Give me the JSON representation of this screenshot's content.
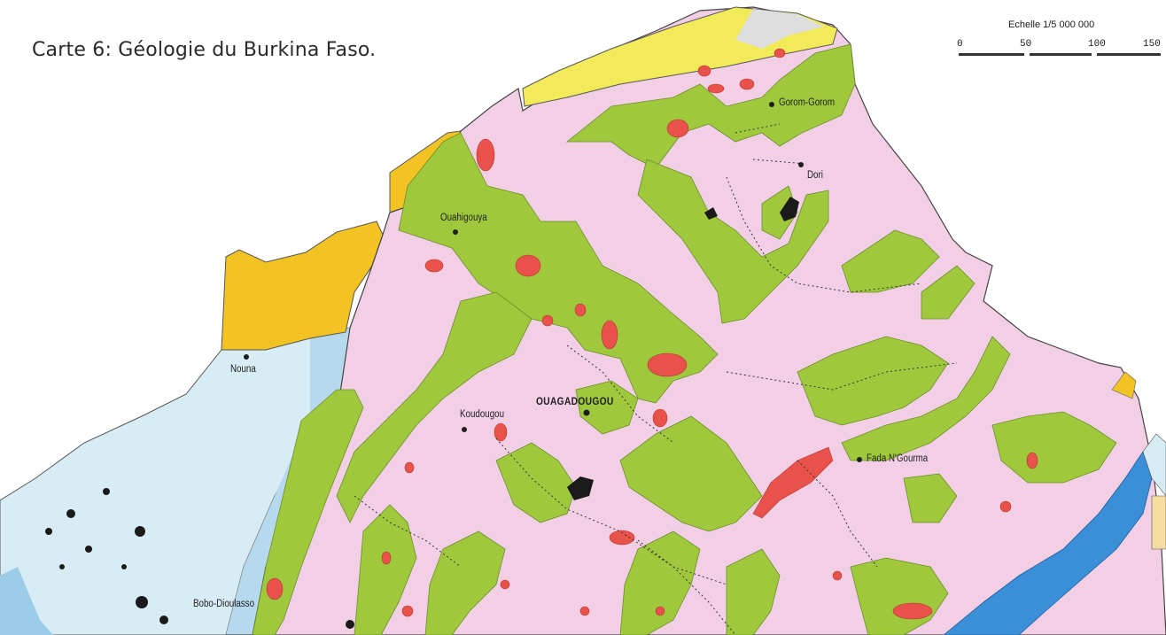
{
  "title": "Carte 6: Géologie du Burkina Faso.",
  "scale": {
    "label": "Echelle 1/5 000 000",
    "ticks": [
      "0",
      "50",
      "100",
      "150"
    ]
  },
  "cities": [
    {
      "id": "gorom-gorom",
      "name": "Gorom-Gorom",
      "capital": false
    },
    {
      "id": "dori",
      "name": "Dori",
      "capital": false
    },
    {
      "id": "ouahigouya",
      "name": "Ouahigouya",
      "capital": false
    },
    {
      "id": "nouna",
      "name": "Nouna",
      "capital": false
    },
    {
      "id": "ouagadougou",
      "name": "OUAGADOUGOU",
      "capital": true
    },
    {
      "id": "koudougou",
      "name": "Koudougou",
      "capital": false
    },
    {
      "id": "fada",
      "name": "Fada N'Gourma",
      "capital": false
    },
    {
      "id": "bobo",
      "name": "Bobo-Dioulasso",
      "capital": false
    }
  ],
  "colors": {
    "background": "#ffffff",
    "granite_pink": "#f3cfe6",
    "birrimian_green": "#9fc83c",
    "green_dark": "#79a92e",
    "intrusive_red": "#e8524a",
    "sandstone_yellow": "#f2c322",
    "yellow_light": "#f3ea5a",
    "sediment_blue_light": "#d8ecf5",
    "sediment_blue": "#b6d9ee",
    "river_blue": "#3a8fd6",
    "basic_black": "#1a1a1a",
    "border_line": "#333333"
  }
}
